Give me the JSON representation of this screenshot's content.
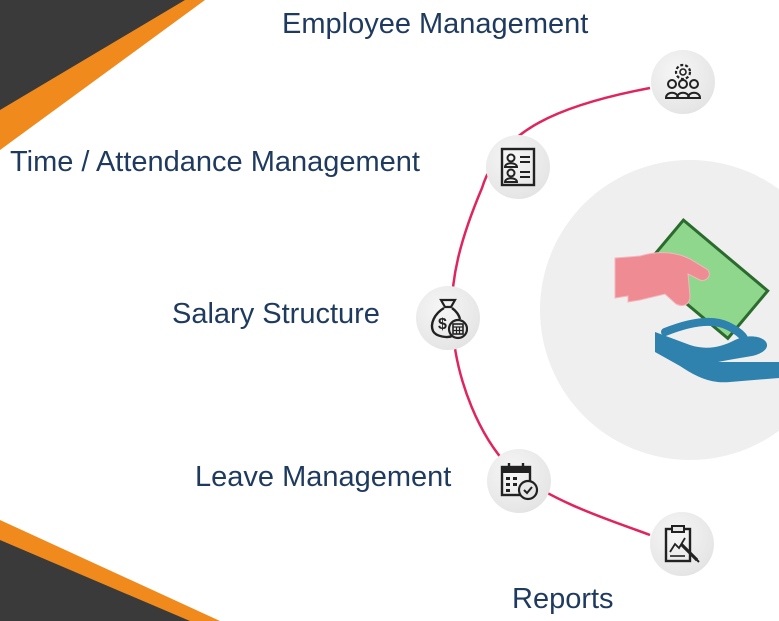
{
  "diagram": {
    "items": [
      {
        "label": "Employee Management",
        "icon": "employee-group-gear-icon"
      },
      {
        "label": "Time / Attendance Management",
        "icon": "attendance-id-card-icon"
      },
      {
        "label": "Salary Structure",
        "icon": "money-bag-calculator-icon"
      },
      {
        "label": "Leave Management",
        "icon": "calendar-clock-icon"
      },
      {
        "label": "Reports",
        "icon": "report-clipboard-pen-icon"
      }
    ],
    "center_icon": "hand-giving-payment-icon"
  },
  "colors": {
    "label_text": "#1f3a5f",
    "connector": "#e0245e",
    "corner_dark": "#3a3a3a",
    "corner_accent": "#f08a1c",
    "hand_pink": "#ee8b93",
    "banknote_green": "#8fd78c",
    "hand_blue": "#2f82ae",
    "center_circle": "#efefef"
  }
}
